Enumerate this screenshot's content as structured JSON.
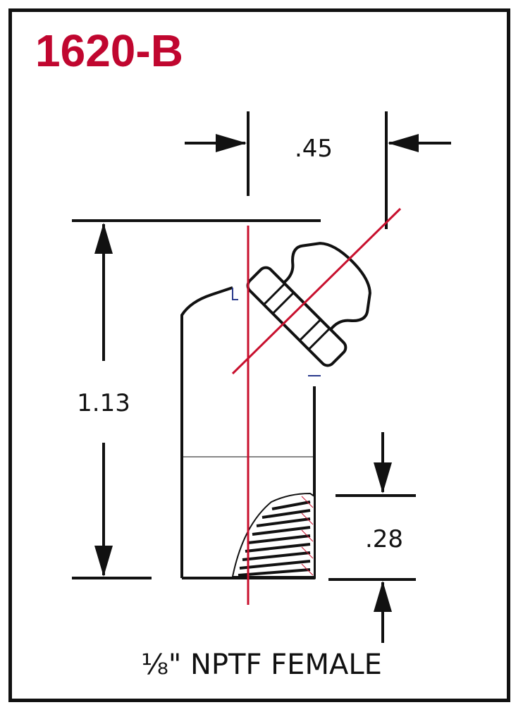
{
  "part_number": "1620-B",
  "dimensions": {
    "head_width": ".45",
    "overall_height": "1.13",
    "thread_depth": ".28"
  },
  "thread_spec": "⅛\" NPTF FEMALE",
  "colors": {
    "title": "#c0062f",
    "centerline": "#c8102e",
    "outline": "#111111",
    "hidden_edge": "#2a3a8c"
  }
}
